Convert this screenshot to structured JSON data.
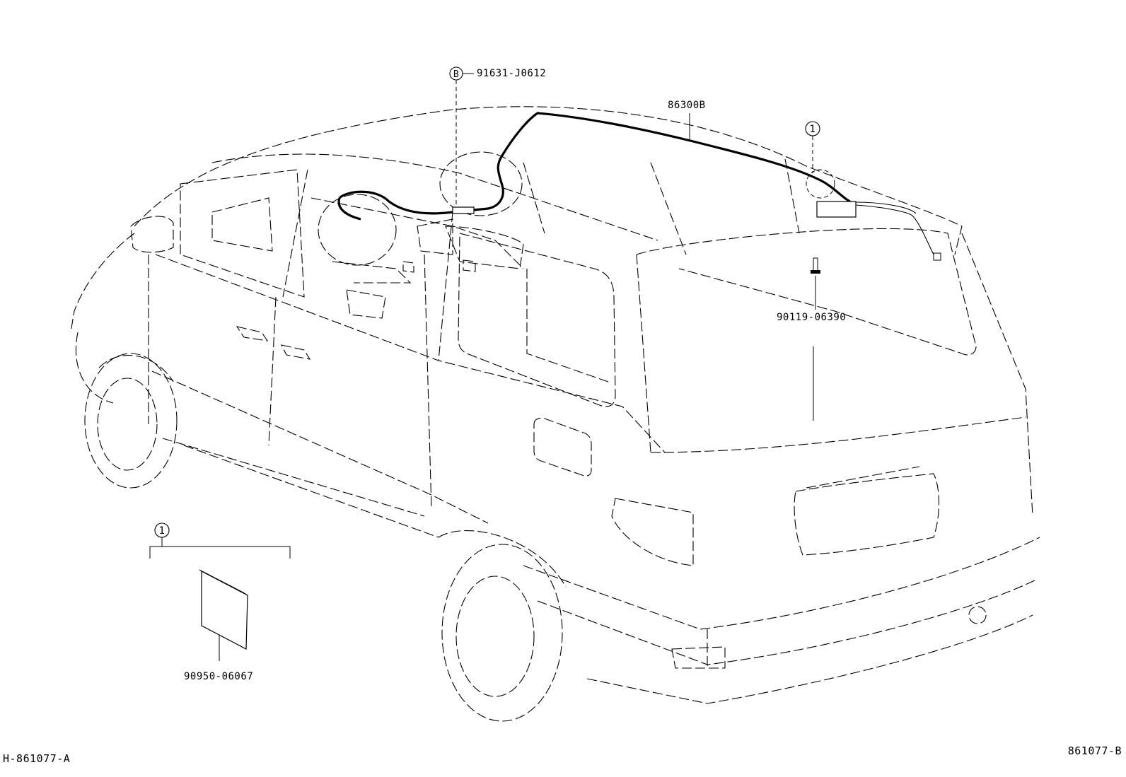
{
  "drawing": {
    "parts": {
      "bolt_b": {
        "marker": "B",
        "number": "91631-J0612"
      },
      "antenna_cable": {
        "number": "86300B"
      },
      "antenna_bracket_ref": {
        "marker": "1"
      },
      "screw": {
        "number": "90119-06390"
      },
      "kit_ref": {
        "marker": "1"
      },
      "pad": {
        "number": "90950-06067"
      }
    },
    "footer": {
      "left_code": "H-861077-A",
      "right_code": "861077-B"
    }
  }
}
